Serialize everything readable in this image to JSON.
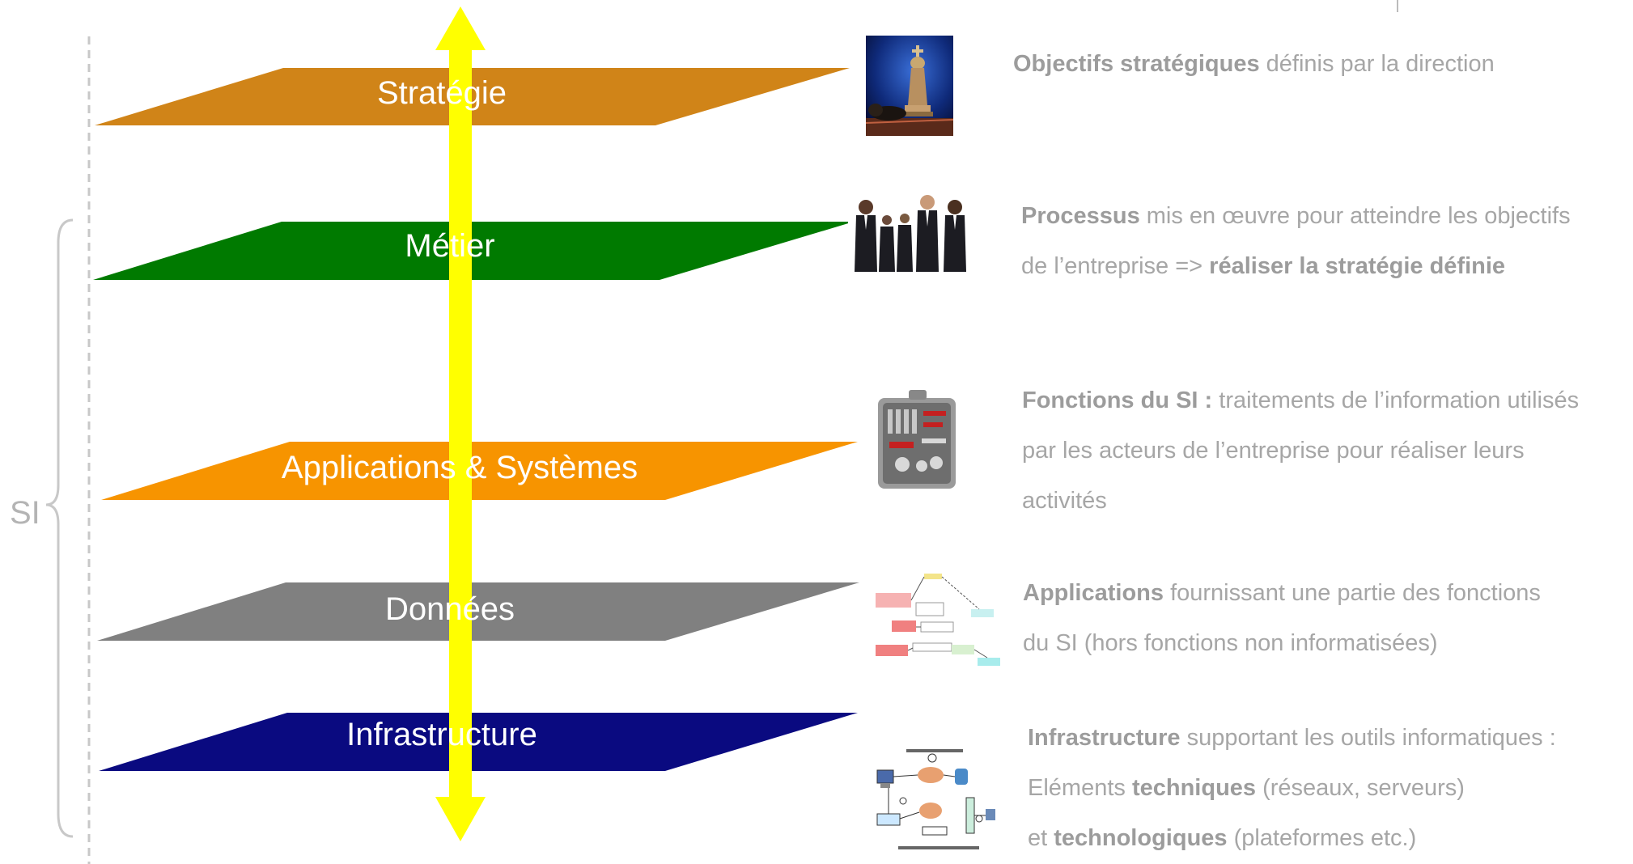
{
  "layers": [
    {
      "id": "strategie",
      "label": "Stratégie",
      "color": "#d08418",
      "icon": "chess-king-icon"
    },
    {
      "id": "metier",
      "label": "Métier",
      "color": "#007a00",
      "icon": "business-people-icon"
    },
    {
      "id": "applications",
      "label": "Applications & Systèmes",
      "color": "#f79400",
      "icon": "toolbox-icon"
    },
    {
      "id": "donnees",
      "label": "Données",
      "color": "#808080",
      "icon": "data-model-diagram-icon"
    },
    {
      "id": "infrastructure",
      "label": "Infrastructure",
      "color": "#0a0a80",
      "icon": "network-architecture-diagram-icon"
    }
  ],
  "axis": {
    "color": "#ffff00",
    "direction": "bidirectional",
    "icon": "double-arrow-icon"
  },
  "brace": {
    "label": "SI",
    "color": "#c8c8c8"
  },
  "descriptions": {
    "strategie": {
      "lines": [
        [
          {
            "text": "Objectifs stratégiques",
            "bold": true
          },
          {
            "text": " définis par la direction"
          }
        ]
      ]
    },
    "metier": {
      "lines": [
        [
          {
            "text": "Processus",
            "bold": true
          },
          {
            "text": " mis en œuvre pour atteindre les objectifs"
          }
        ],
        [
          {
            "text": "de l’entreprise => "
          },
          {
            "text": "réaliser la stratégie définie",
            "bold": true
          }
        ]
      ]
    },
    "applications": {
      "lines": [
        [
          {
            "text": "Fonctions du SI :",
            "bold": true
          },
          {
            "text": " traitements de l’information utilisés"
          }
        ],
        [
          {
            "text": "par les acteurs de l’entreprise pour réaliser leurs"
          }
        ],
        [
          {
            "text": "activités"
          }
        ]
      ]
    },
    "donnees": {
      "lines": [
        [
          {
            "text": "Applications",
            "bold": true
          },
          {
            "text": " fournissant une partie des fonctions"
          }
        ],
        [
          {
            "text": "du SI (hors fonctions non informatisées)"
          }
        ]
      ]
    },
    "infrastructure": {
      "lines": [
        [
          {
            "text": "Infrastructure",
            "bold": true
          },
          {
            "text": " supportant les outils informatiques :"
          }
        ],
        [
          {
            "text": "Eléments "
          },
          {
            "text": "techniques",
            "bold": true
          },
          {
            "text": " (réseaux, serveurs)"
          }
        ],
        [
          {
            "text": "et "
          },
          {
            "text": "technologiques",
            "bold": true
          },
          {
            "text": " (plateformes etc.)"
          }
        ]
      ]
    }
  }
}
